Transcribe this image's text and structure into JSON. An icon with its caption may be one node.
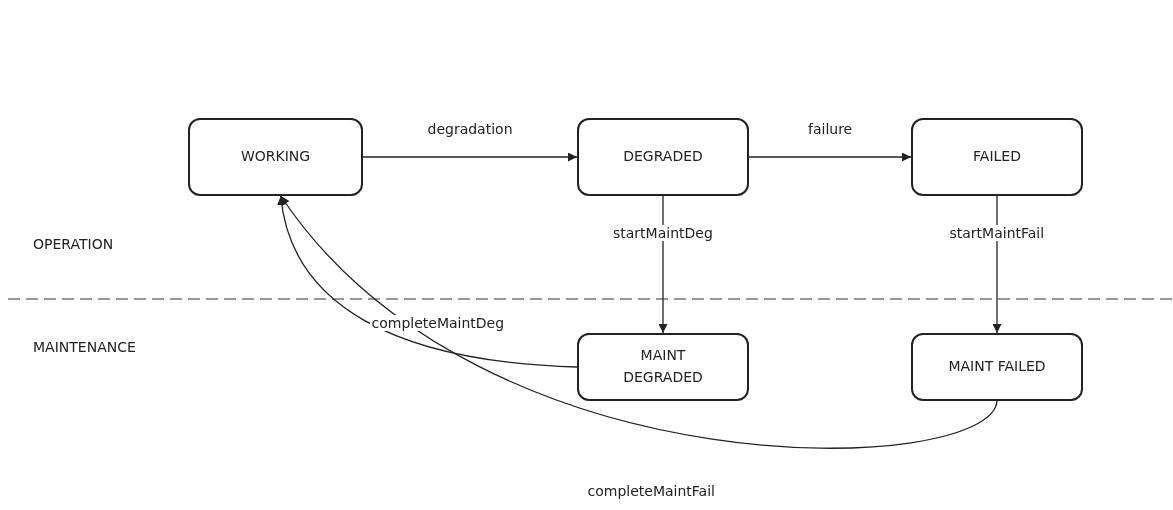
{
  "diagram": {
    "nodes": [
      {
        "text": [
          "WORKING"
        ]
      },
      {
        "text": [
          "DEGRADED"
        ]
      },
      {
        "text": [
          "FAILED"
        ]
      },
      {
        "text": [
          "MAINT DEGRADED"
        ]
      },
      {
        "text": [
          "MAINT FAILED"
        ]
      }
    ],
    "edges": [
      {
        "from": 0,
        "to": 1,
        "arrow": "to",
        "label": "degradation"
      },
      {
        "from": 1,
        "to": 2,
        "arrow": "to",
        "label": "failure"
      },
      {
        "from": 1,
        "to": 3,
        "arrow": "to",
        "label": "startMaintDeg"
      },
      {
        "from": 2,
        "to": 4,
        "arrow": "to",
        "label": "startMaintFail"
      },
      {
        "from": 3,
        "to": 0,
        "arrow": "to",
        "label": "completeMaintDeg"
      },
      {
        "from": 4,
        "to": 0,
        "arrow": "to",
        "label": "completeMaintFail"
      }
    ],
    "labels": [
      "OPERATION",
      "MAINTENANCE"
    ]
  }
}
